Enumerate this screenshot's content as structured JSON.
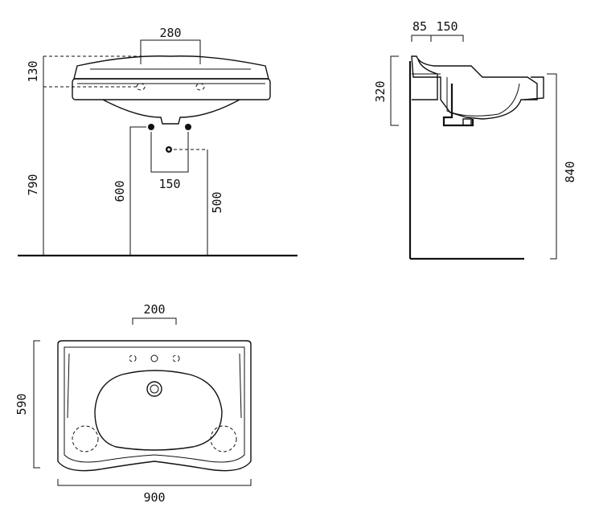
{
  "front_view": {
    "tap_spacing": "280",
    "basin_height": "130",
    "rim_height": "790",
    "supply_height": "600",
    "waste_spacing": "150",
    "waste_height": "500"
  },
  "side_view": {
    "wall_offset": "85",
    "tap_offset": "150",
    "depth_height": "320",
    "total_height": "840"
  },
  "top_view": {
    "tap_spacing": "200",
    "depth": "590",
    "width": "900"
  },
  "colors": {
    "line": "#111111",
    "background": "#ffffff"
  }
}
